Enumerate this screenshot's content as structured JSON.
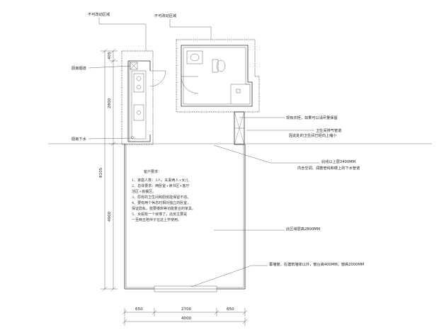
{
  "labels": {
    "no_move_left": "不可改动区域",
    "no_move_right": "不可改动区域",
    "kitchen_flue": "厨房烟道",
    "kitchen_drain": "厨房下水",
    "wardrobe": "现有衣柜，如果可以请尽量保留",
    "bath_vent_1": "卫生间排气管道",
    "bath_vent_2": "因此处的卫生间已经向上缩小",
    "above_line_1": "此线以上层2400MM",
    "above_line_2": "内含空调、润筋管线和楼上的下水管道",
    "floor_height": "此区域层高2800MM",
    "curtain_wall": "幕墙窗，在建筑墙体以外，窗台高400MM，窗高2000MM"
  },
  "requirements": {
    "title": "客户要求：",
    "lines": [
      "1、家庭人数：3人，夫妻两人+女儿",
      "2、总体要求：两卧室+读书区+客厅",
      "活区+就餐区。",
      "3、原有的卫生间和厨房能保留不动。",
      "4、要有两个休息时相对独立的卧室，",
      "保证隐私，能要楼床等功能复合的家具。",
      "5、女船有一个就够了，此房主要是",
      "一至两五陪伴子在这上学使用。"
    ]
  },
  "dimensions": {
    "vertical_total": "8105",
    "vertical_top": "405",
    "vertical_mid": "2800",
    "vertical_bottom": "4900",
    "horizontal_left": "650",
    "horizontal_mid": "2700",
    "horizontal_right": "650",
    "horizontal_total": "4000"
  },
  "colors": {
    "line": "#333333",
    "text": "#222222",
    "background": "#ffffff"
  }
}
